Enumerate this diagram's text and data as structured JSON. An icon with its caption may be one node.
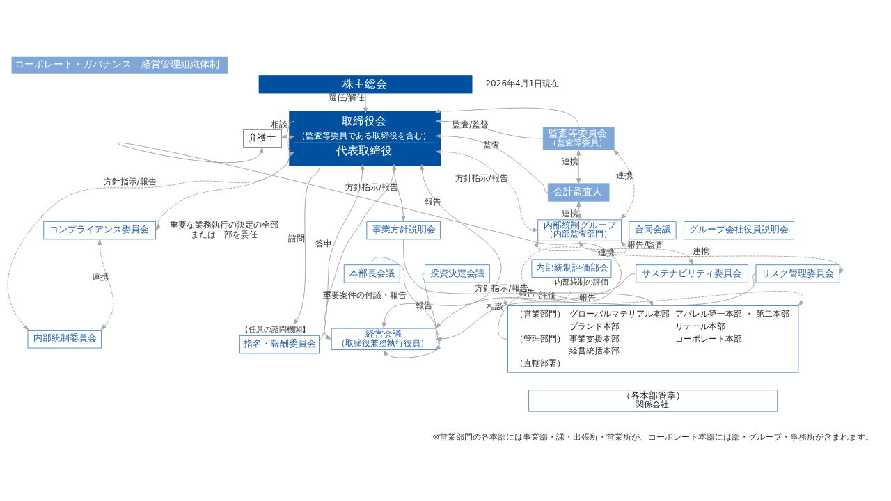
{
  "diagram": {
    "title": "コーポレート・ガバナンス　経営管理組織体制",
    "nodes": [
      {
        "text": [
          "株主総会"
        ]
      },
      {
        "text": [
          "取締役会",
          "（監査等委員である取締役を含む）",
          "代表取締役"
        ]
      },
      {
        "text": [
          "弁護士"
        ]
      },
      {
        "text": [
          "監査等委員会",
          "（監査等委員）"
        ]
      },
      {
        "text": [
          "会計監査人"
        ]
      },
      {
        "text": [
          "コンプライアンス委員会"
        ]
      },
      {
        "text": [
          "内部統制委員会"
        ]
      },
      {
        "text": [
          "内部統制評価部会"
        ],
        "beside": [
          "内部統制の評価"
        ]
      },
      {
        "text": [
          "指名・報酬委員会"
        ],
        "beside": [
          "【任意の諮問機関】"
        ]
      },
      {
        "text": [
          "内部統制グループ",
          "（内部監査部門）"
        ]
      },
      {
        "text": [
          "経営会議",
          "（取締役兼務執行役員）"
        ]
      },
      {
        "text": [
          "本部長会議"
        ]
      },
      {
        "text": [
          "サステナビリティ委員会"
        ]
      },
      {
        "text": [
          "リスク管理委員会"
        ]
      },
      {
        "text": [
          "投資決定会議"
        ]
      },
      {
        "text": [
          "合同会議"
        ]
      },
      {
        "text": [
          "事業方針説明会"
        ]
      },
      {
        "text": [
          "グループ会社役員説明会"
        ]
      },
      {
        "text": [
          "（営業部門）",
          "グローバルマテリアル本部",
          "アパレル第一本部 ・ 第二本部",
          "ブランド本部",
          "リテール本部",
          "（管理部門）",
          "事業支援本部",
          "コーポレート本部",
          "経営統括本部",
          "（直轄部署）"
        ]
      },
      {
        "text": [
          "（各本部管掌）",
          "関係会社"
        ]
      }
    ],
    "edges": [
      {
        "from": 0,
        "to": 1,
        "arrow": "to",
        "label": "選任/解任"
      },
      {
        "from": 3,
        "to": 1,
        "arrow": "to"
      },
      {
        "from": 1,
        "to": 2,
        "arrow": "to",
        "label": "相談"
      },
      {
        "from": 3,
        "to": 1,
        "arrow": "to",
        "label": "監査/監督"
      },
      {
        "from": 4,
        "to": 1,
        "arrow": "to",
        "label": "監査"
      },
      {
        "from": 3,
        "to": 4,
        "arrow": "both",
        "label": "連携"
      },
      {
        "from": 4,
        "to": 9,
        "arrow": "both",
        "label": "連携",
        "style": "dashed"
      },
      {
        "from": 3,
        "to": 9,
        "arrow": "both",
        "label": "連携",
        "style": "dashed"
      },
      {
        "from": 1,
        "to": 6,
        "arrow": "both",
        "label": "方針指示/報告",
        "style": "dashed"
      },
      {
        "from": 5,
        "to": 1,
        "arrow": "both",
        "style": "dashed"
      },
      {
        "from": 5,
        "to": 6,
        "arrow": "both",
        "label": "連携",
        "style": "dashed"
      },
      {
        "from": 1,
        "to": 9,
        "arrow": "both",
        "label": "方針指示/報告",
        "style": "dashed"
      },
      {
        "from": 1,
        "to": 8,
        "arrow": "to",
        "label": "諮問"
      },
      {
        "from": 8,
        "to": 1,
        "arrow": "to",
        "label": "答申"
      },
      {
        "from": 1,
        "to": 10,
        "arrow": "both",
        "label": "報告"
      },
      {
        "from": 1,
        "to": 16,
        "arrow": "both",
        "label": "方針指示/報告"
      },
      {
        "from": 1,
        "to": 10,
        "arrow": "to"
      },
      {
        "from": 11,
        "to": 10,
        "arrow": "to",
        "label": "重要案件の付議・報告"
      },
      {
        "from": 12,
        "to": 10,
        "arrow": "to",
        "label": "報告"
      },
      {
        "from": 13,
        "to": 10,
        "arrow": "to",
        "label": "報告"
      },
      {
        "from": 14,
        "to": 10,
        "arrow": "to",
        "label": "報告"
      },
      {
        "from": 9,
        "to": 12,
        "arrow": "both",
        "label": "連携",
        "style": "dashed"
      },
      {
        "from": 9,
        "to": 13,
        "arrow": "both",
        "label": "連携",
        "style": "dashed"
      },
      {
        "from": 9,
        "to": 18,
        "arrow": "both",
        "label": "報告/監査",
        "style": "dashed"
      },
      {
        "from": 16,
        "to": 18,
        "arrow": "to",
        "label": "方針指示/報告"
      },
      {
        "from": 7,
        "to": 18,
        "arrow": "to",
        "label": "評価",
        "style": "dashed"
      },
      {
        "from": 18,
        "to": 2,
        "arrow": "to",
        "label": "相談"
      }
    ],
    "labels": [
      "2026年4月1日現在",
      "重要な業務執行の決定の全部または一部を委任",
      "※営業部門の各本部には事業部・課・出張所・営業所が、コーポレート本部には部・グループ・事務所が含まれます。"
    ]
  }
}
